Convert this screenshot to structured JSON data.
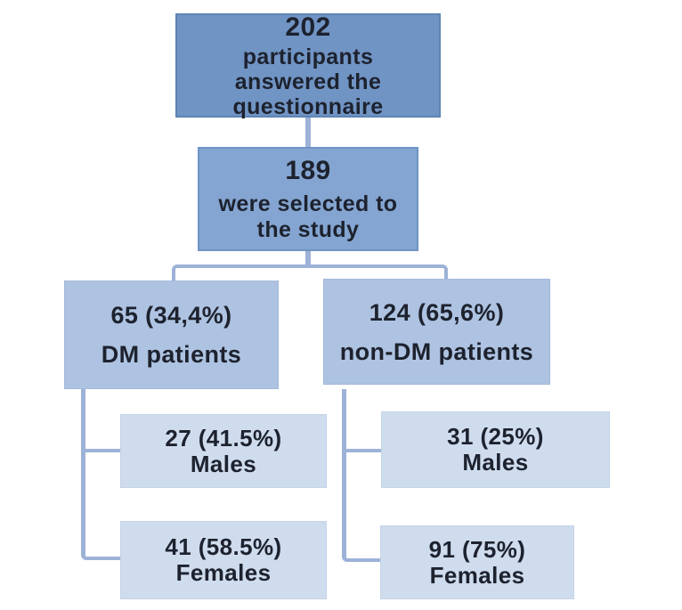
{
  "flowchart": {
    "type": "participant-flow-diagram",
    "nodes": [
      {
        "id": "total",
        "value": "202",
        "label_lines": [
          "participants",
          "answered the",
          "questionnaire"
        ]
      },
      {
        "id": "selected",
        "value": "189",
        "label_lines": [
          "were selected to",
          "the study"
        ]
      },
      {
        "id": "dm",
        "value": "65 (34,4%)",
        "label_lines": [
          "DM patients"
        ]
      },
      {
        "id": "non_dm",
        "value": "124 (65,6%)",
        "label_lines": [
          "non-DM patients"
        ]
      },
      {
        "id": "dm_males",
        "value": "27 (41.5%)",
        "label_lines": [
          "Males"
        ]
      },
      {
        "id": "non_dm_males",
        "value": "31 (25%)",
        "label_lines": [
          "Males"
        ]
      },
      {
        "id": "dm_females",
        "value": "41 (58.5%)",
        "label_lines": [
          "Females"
        ]
      },
      {
        "id": "non_dm_females",
        "value": "91 (75%)",
        "label_lines": [
          "Females"
        ]
      }
    ],
    "edges": [
      {
        "from": "total",
        "to": "selected"
      },
      {
        "from": "selected",
        "to": "dm"
      },
      {
        "from": "selected",
        "to": "non_dm"
      },
      {
        "from": "dm",
        "to": "dm_males"
      },
      {
        "from": "dm",
        "to": "dm_females"
      },
      {
        "from": "non_dm",
        "to": "non_dm_males"
      },
      {
        "from": "non_dm",
        "to": "non_dm_females"
      }
    ],
    "colors": {
      "level1_fill": "#7094c4",
      "level2_fill": "#84a5d1",
      "level3_fill": "#aec3e1",
      "level4_fill": "#cfdcee",
      "connector": "#9db2d7",
      "text": "#1d222e"
    }
  }
}
